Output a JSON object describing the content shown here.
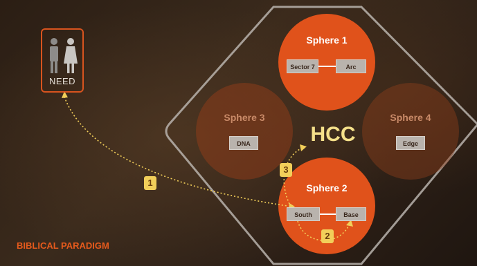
{
  "slide": {
    "title": "BIBLICAL PARADIGM",
    "center_label": "HCC",
    "need": {
      "label": "NEED",
      "icon": "man-woman-icon"
    },
    "spheres": {
      "sphere1": {
        "title": "Sphere 1",
        "left_chip": "Sector 7",
        "right_chip": "Arc"
      },
      "sphere2": {
        "title": "Sphere 2",
        "left_chip": "South",
        "right_chip": "Base"
      },
      "sphere3": {
        "title": "Sphere 3",
        "chip": "DNA"
      },
      "sphere4": {
        "title": "Sphere 4",
        "chip": "Edge"
      }
    },
    "steps": [
      "1",
      "2",
      "3"
    ]
  },
  "colors": {
    "accent": "#e65a1c",
    "sphere_active": "#e0521b",
    "sphere_faded": "#7a3a1c",
    "badge": "#f2cf5a",
    "hcc": "#f5e08a"
  }
}
